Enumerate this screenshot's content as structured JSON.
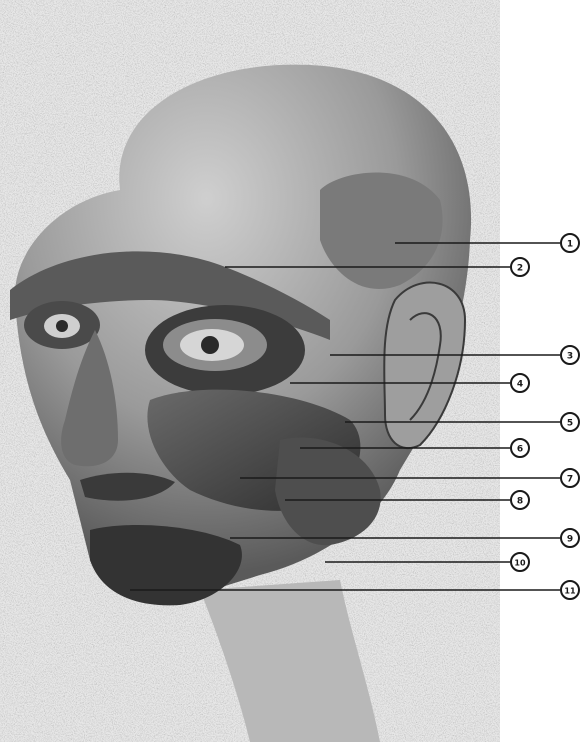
{
  "figure": {
    "callouts": [
      {
        "number": "1"
      },
      {
        "number": "2"
      },
      {
        "number": "3"
      },
      {
        "number": "4"
      },
      {
        "number": "5"
      },
      {
        "number": "6"
      },
      {
        "number": "7"
      },
      {
        "number": "8"
      },
      {
        "number": "9"
      },
      {
        "number": "10"
      },
      {
        "number": "11"
      }
    ]
  },
  "colors": {
    "ink": "#1a1a1a",
    "shade_dark": "#3a3a3a",
    "shade_mid": "#8a8a8a",
    "shade_light": "#d4d4d4",
    "paper": "#ffffff"
  }
}
